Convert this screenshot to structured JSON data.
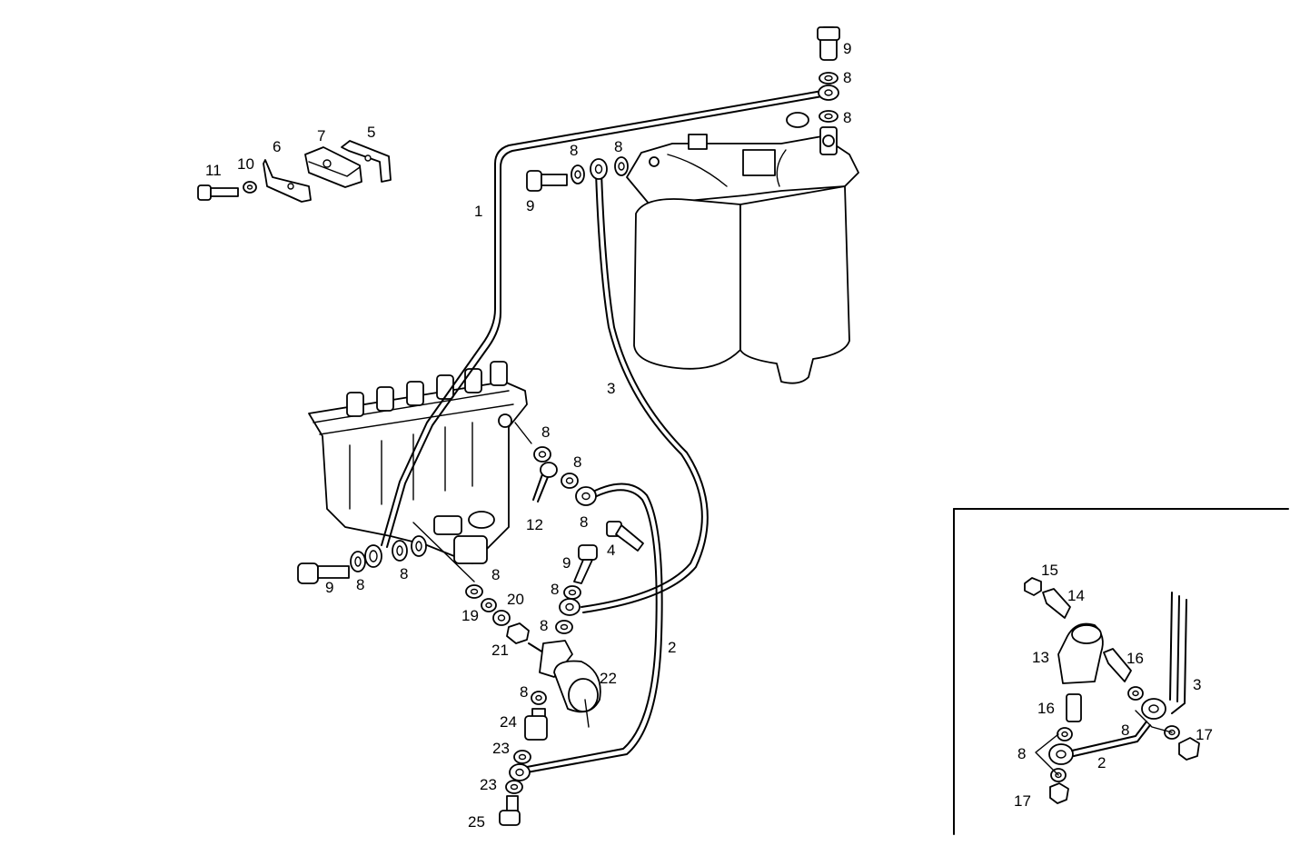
{
  "labels": {
    "l1": "1",
    "l2": "2",
    "l3": "3",
    "l4": "4",
    "l5": "5",
    "l6": "6",
    "l7": "7",
    "l8": "8",
    "l9": "9",
    "l10": "10",
    "l11": "11",
    "l12": "12",
    "l13": "13",
    "l14": "14",
    "l15": "15",
    "l16": "16",
    "l17": "17",
    "l19": "19",
    "l20": "20",
    "l21": "21",
    "l22": "22",
    "l23": "23",
    "l24": "24",
    "l25": "25"
  }
}
